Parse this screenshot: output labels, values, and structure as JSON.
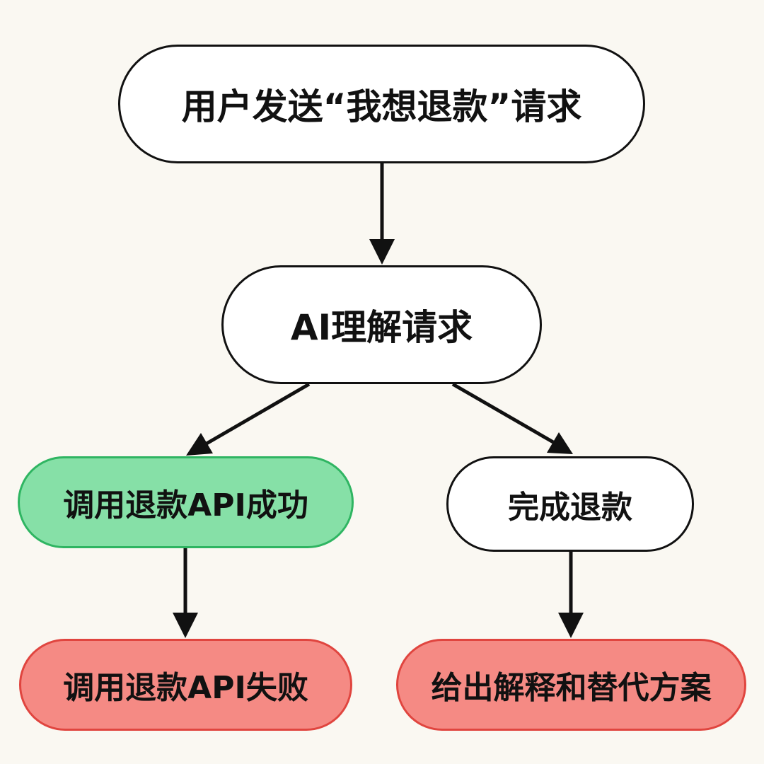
{
  "nodes": {
    "user_request": {
      "label": "用户发送“我想退款”请求"
    },
    "ai_understand": {
      "label": "AI理解请求"
    },
    "refund_api_success": {
      "label": "调用退款API成功",
      "fill": "#86e0a7",
      "border": "#2fb562"
    },
    "complete_refund": {
      "label": "完成退款"
    },
    "refund_api_fail": {
      "label": "调用退款API失败",
      "fill": "#f58a84",
      "border": "#e0453f"
    },
    "explain_alternatives": {
      "label": "给出解释和替代方案",
      "fill": "#f58a84",
      "border": "#e0453f"
    }
  },
  "edges": [
    {
      "from": "user_request",
      "to": "ai_understand"
    },
    {
      "from": "ai_understand",
      "to": "refund_api_success"
    },
    {
      "from": "ai_understand",
      "to": "complete_refund"
    },
    {
      "from": "refund_api_success",
      "to": "refund_api_fail"
    },
    {
      "from": "complete_refund",
      "to": "explain_alternatives"
    }
  ]
}
